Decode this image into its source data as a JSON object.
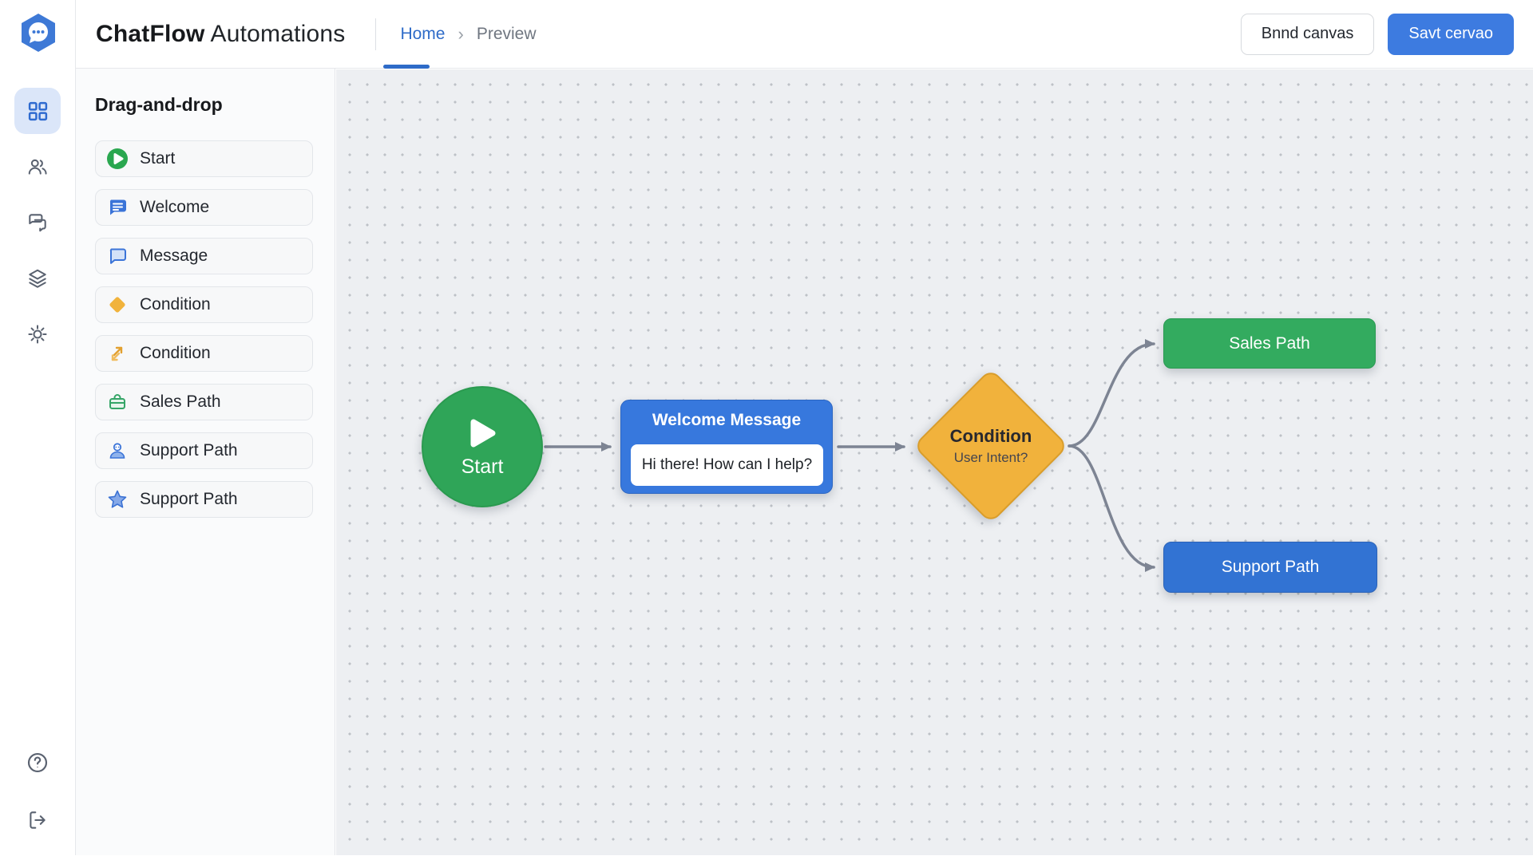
{
  "header": {
    "logo_icon": "chat-hexagon-logo",
    "title_bold": "ChatFlow",
    "title_rest": "Automations",
    "breadcrumb": {
      "home": "Home",
      "separator": "›",
      "current": "Preview"
    },
    "buttons": {
      "secondary": "Bnnd canvas",
      "primary": "Savt cervao"
    }
  },
  "rail": {
    "items": [
      "grid",
      "users",
      "chats",
      "layers",
      "settings"
    ],
    "active_item": "grid",
    "bottom_items": [
      "help",
      "logout"
    ]
  },
  "palette": {
    "title": "Drag-and-drop",
    "items": [
      {
        "icon": "play-circle-icon",
        "label": "Start"
      },
      {
        "icon": "chat-filled-icon",
        "label": "Welcome"
      },
      {
        "icon": "chat-outline-icon",
        "label": "Message"
      },
      {
        "icon": "diamond-icon",
        "label": "Condition"
      },
      {
        "icon": "branch-arrows-icon",
        "label": "Condition"
      },
      {
        "icon": "briefcase-icon",
        "label": "Sales Path"
      },
      {
        "icon": "person-icon",
        "label": "Support Path"
      },
      {
        "icon": "star-icon",
        "label": "Support Path"
      }
    ]
  },
  "canvas": {
    "nodes": {
      "start": {
        "label": "Start",
        "shape": "circle",
        "color": "#2fa558"
      },
      "welcome": {
        "title": "Welcome Message",
        "body": "Hi there! How can I help?",
        "shape": "card",
        "color": "#3778dd"
      },
      "condition": {
        "title": "Condition",
        "subtitle": "User Intent?",
        "shape": "diamond",
        "color": "#f1b23c"
      },
      "sales": {
        "label": "Sales Path",
        "shape": "rect",
        "color": "#33ab5f"
      },
      "support": {
        "label": "Support Path",
        "shape": "rect",
        "color": "#3273d3"
      }
    },
    "edges": [
      {
        "from": "start",
        "to": "welcome"
      },
      {
        "from": "welcome",
        "to": "condition"
      },
      {
        "from": "condition",
        "to": "sales"
      },
      {
        "from": "condition",
        "to": "support"
      }
    ]
  },
  "colors": {
    "accent_blue": "#2e6bc8",
    "primary_button": "#3d7be0",
    "node_green": "#2fa558",
    "node_blue": "#3778dd",
    "node_yellow": "#f1b23c",
    "canvas_bg": "#edeff2",
    "edge_gray": "#7d8493"
  }
}
